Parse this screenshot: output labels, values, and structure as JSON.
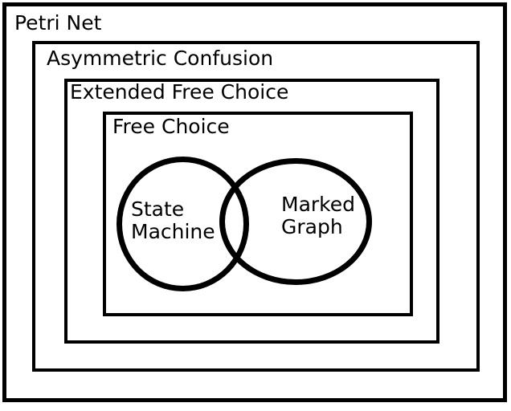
{
  "diagram": {
    "type": "euler-containment",
    "background_color": "#ffffff",
    "outline_color": "#000000",
    "text_color": "#000000",
    "sets": {
      "petri_net": {
        "label": "Petri Net",
        "shape": "rectangle",
        "level": 1
      },
      "asymmetric_confusion": {
        "label": "Asymmetric Confusion",
        "shape": "rectangle",
        "level": 2
      },
      "extended_free_choice": {
        "label": "Extended Free Choice",
        "shape": "rectangle",
        "level": 3
      },
      "free_choice": {
        "label": "Free Choice",
        "shape": "rectangle",
        "level": 4
      },
      "state_machine": {
        "label": "State Machine",
        "shape": "ellipse",
        "level": 5
      },
      "marked_graph": {
        "label": "Marked Graph",
        "shape": "ellipse",
        "level": 5
      }
    },
    "overlapping_sets": [
      "State Machine",
      "Marked Graph"
    ]
  }
}
